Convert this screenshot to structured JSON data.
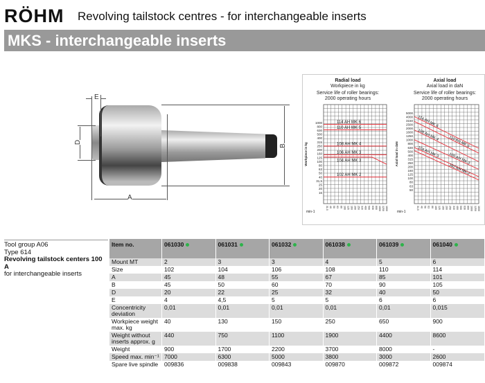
{
  "header": {
    "logo": "RÖHM",
    "subtitle": "Revolving tailstock centres - for interchangeable inserts",
    "title": "MKS - interchangeable inserts"
  },
  "drawing": {
    "dims": {
      "e": "E",
      "d": "D",
      "a": "A",
      "b": "B"
    }
  },
  "charts": {
    "colors": {
      "line": "#e8303a",
      "grid": "#555"
    },
    "radial": {
      "title": "Radial load",
      "subtitle": "Workpiece in kg",
      "service1": "Service life of roller bearings:",
      "service2": "2000 operating hours",
      "ylabel": "Workpiece in kg",
      "xunit": "min-1",
      "yticks": [
        "1000",
        "800",
        "630",
        "500",
        "400",
        "315",
        "250",
        "200",
        "160",
        "125",
        "100",
        "80",
        "63",
        "50",
        "40",
        "31,5",
        "25",
        "20",
        "16"
      ],
      "series": [
        {
          "name": "114 AH MK 6",
          "value": 900
        },
        {
          "name": "110 AH MK 5",
          "value": 650
        },
        {
          "name": "108 AH MK 4",
          "value": 250
        },
        {
          "name": "106 AH MK 3",
          "value": 150
        },
        {
          "name": "104 AH MK 3",
          "value": 130,
          "end": 85
        },
        {
          "name": "102 AH MK 2",
          "value": 40
        }
      ]
    },
    "axial": {
      "title": "Axial load",
      "subtitle": "Axial load in daN",
      "service1": "Service life of roller bearings:",
      "service2": "2000 operating hours",
      "ylabel": "Axial load in daN",
      "xunit": "min-1",
      "yticks": [
        "5000",
        "4000",
        "3150",
        "2500",
        "2000",
        "1600",
        "1250",
        "1000",
        "800",
        "630",
        "500",
        "400",
        "315",
        "250",
        "200",
        "160",
        "125",
        "100",
        "80",
        "63",
        "50"
      ],
      "series": [
        {
          "name": "114 AH MK 6",
          "start": 4000,
          "end": 600
        },
        {
          "name": "110 AH MK 5",
          "start": 3000,
          "end": 450
        },
        {
          "name": "108 AH MK 4",
          "start": 1800,
          "end": 270
        },
        {
          "name": "106 AH MK 3",
          "start": 1000,
          "end": 170
        },
        {
          "name": "104 AH MK 3",
          "start": 630,
          "end": 110
        },
        {
          "name": "102 AH MK 2",
          "start": 520,
          "end": 90
        }
      ]
    },
    "xticks": [
      "31,5",
      "40",
      "50",
      "63",
      "80",
      "100",
      "125",
      "160",
      "200",
      "250",
      "315",
      "400",
      "500",
      "630",
      "800",
      "1000",
      "1250",
      "1600"
    ]
  },
  "caption": {
    "group": "Tool group A06",
    "type": "Type 614",
    "name": "Revolving tailstock centers 100 A",
    "desc": "for interchangeable inserts"
  },
  "table": {
    "header": "Item no.",
    "items": [
      "061030",
      "061031",
      "061032",
      "061038",
      "061039",
      "061040"
    ],
    "rows": [
      {
        "label": "Mount MT",
        "values": [
          "2",
          "3",
          "3",
          "4",
          "5",
          "6"
        ]
      },
      {
        "label": "Size",
        "values": [
          "102",
          "104",
          "106",
          "108",
          "110",
          "114"
        ]
      },
      {
        "label": "A",
        "values": [
          "45",
          "48",
          "55",
          "67",
          "85",
          "101"
        ]
      },
      {
        "label": "B",
        "values": [
          "45",
          "50",
          "60",
          "70",
          "90",
          "105"
        ]
      },
      {
        "label": "D",
        "values": [
          "20",
          "22",
          "25",
          "32",
          "40",
          "50"
        ]
      },
      {
        "label": "E",
        "values": [
          "4",
          "4,5",
          "5",
          "5",
          "6",
          "6"
        ]
      },
      {
        "label": "Concentricity deviation",
        "values": [
          "0,01",
          "0,01",
          "0,01",
          "0,01",
          "0,01",
          "0,015"
        ]
      },
      {
        "label": "Workpiece weight max. kg",
        "values": [
          "40",
          "130",
          "150",
          "250",
          "650",
          "900"
        ]
      },
      {
        "label": "Weight without inserts approx. g",
        "values": [
          "440",
          "750",
          "1100",
          "1900",
          "4400",
          "8600"
        ]
      },
      {
        "label": "Weight",
        "values": [
          "900",
          "1700",
          "2200",
          "3700",
          "8000",
          "-"
        ]
      },
      {
        "label": "Speed max. min⁻¹",
        "values": [
          "7000",
          "6300",
          "5000",
          "3800",
          "3000",
          "2600"
        ]
      },
      {
        "label": "Spare live spindle",
        "values": [
          "009836",
          "009838",
          "009843",
          "009870",
          "009872",
          "009874"
        ]
      }
    ]
  }
}
